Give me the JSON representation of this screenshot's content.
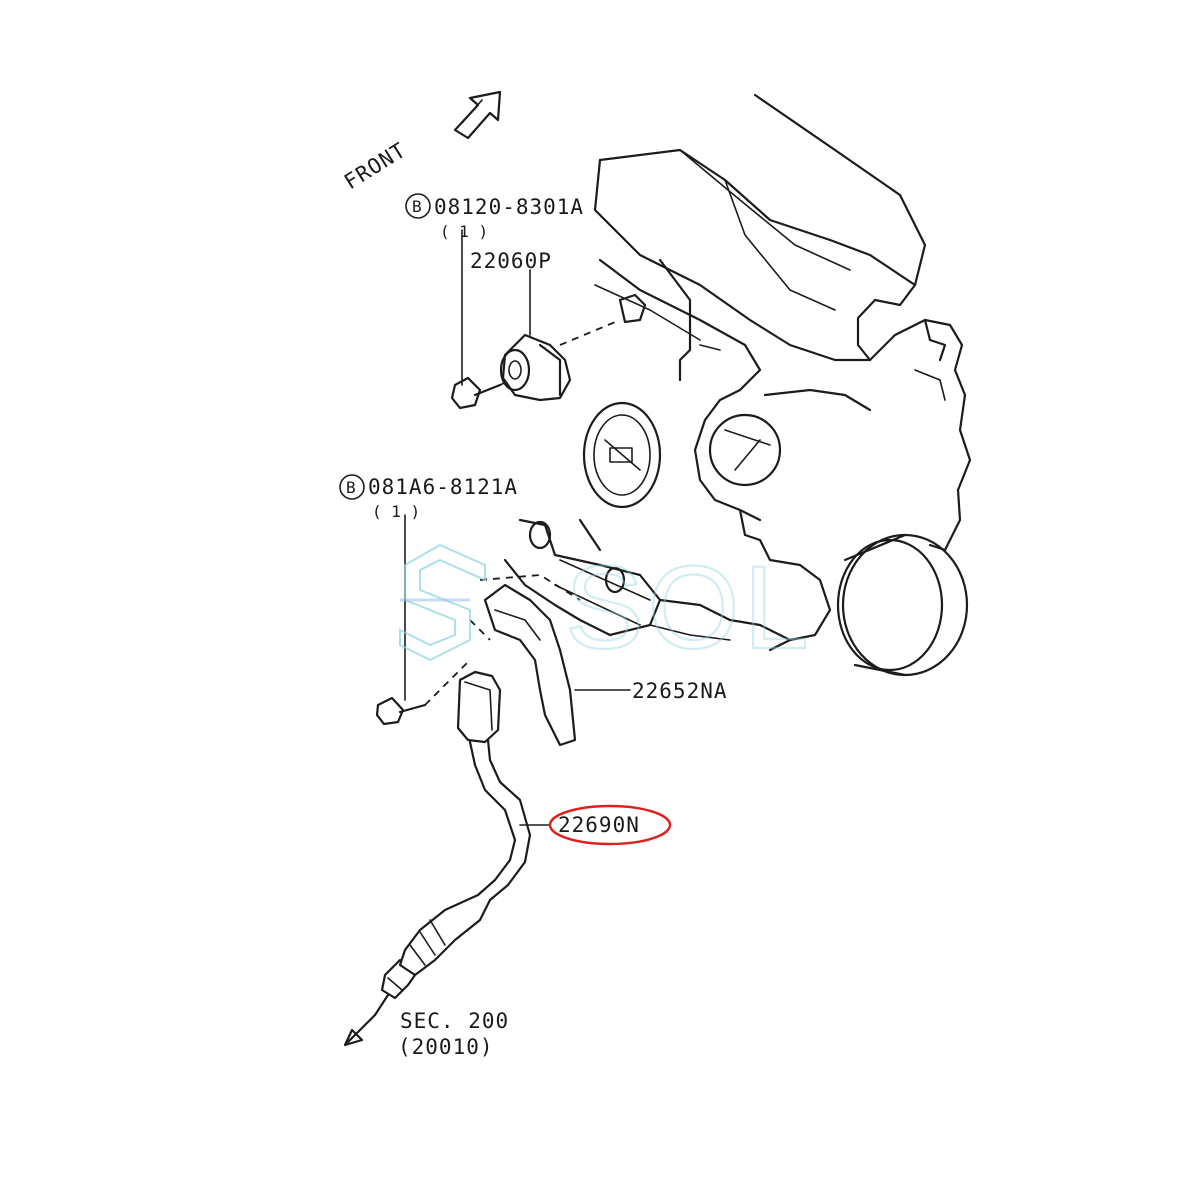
{
  "labels": {
    "front": "FRONT",
    "bolt_top_part": "08120-8301A",
    "bolt_top_qty": "( 1 )",
    "bolt_top_symbol": "B",
    "sensor_top": "22060P",
    "bolt_mid_part": "081A6-8121A",
    "bolt_mid_qty": "( 1 )",
    "bolt_mid_symbol": "B",
    "bracket": "22652NA",
    "oxygen_sensor": "22690N",
    "section_ref": "SEC. 200",
    "section_sub": "(20010)"
  },
  "highlight_color": "#e0201c",
  "watermark": {
    "text": "SOL",
    "color": "#8fd6e0"
  }
}
